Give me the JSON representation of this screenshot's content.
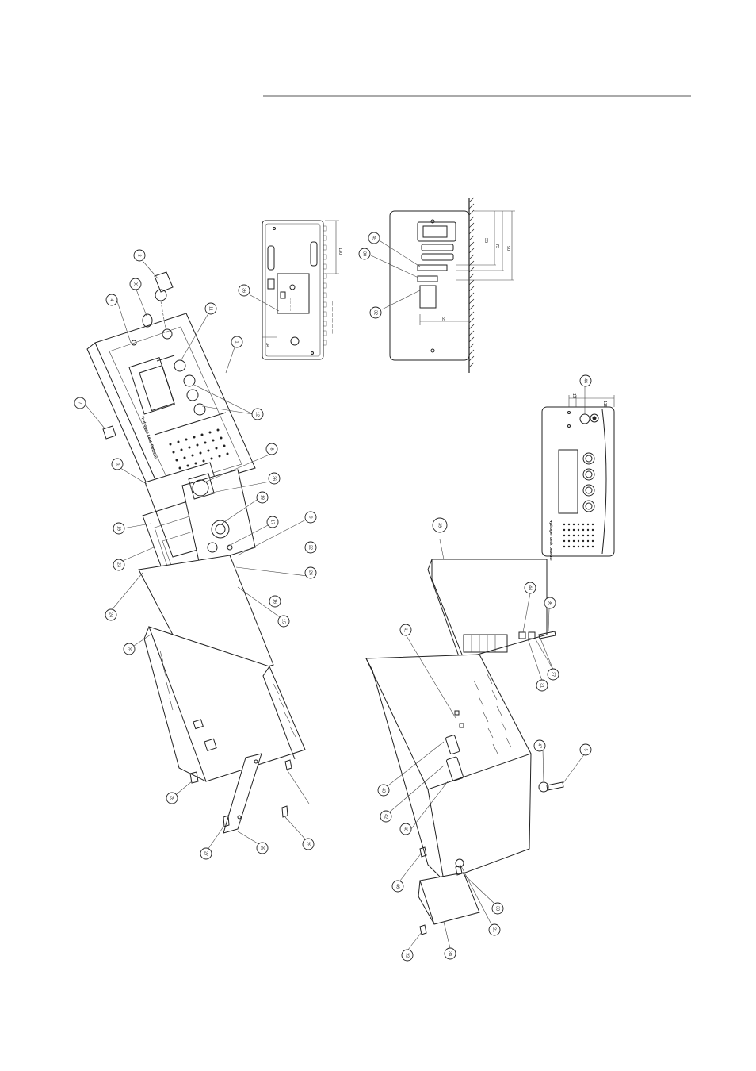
{
  "document": {
    "header_rule_color": "#555555"
  },
  "product": {
    "brand_label": "Hydrogen Leak Detector"
  },
  "rear_view": {
    "dimensions": {
      "height": "130",
      "offset": "34"
    },
    "callouts": {
      "connector_plate": "36"
    }
  },
  "wall_mount_view": {
    "dimensions": {
      "d1": "35",
      "d2": "75",
      "d3": "90",
      "width": "55"
    },
    "callouts": {
      "label_upper": "45",
      "label_mid": "38",
      "label_lower": "32"
    }
  },
  "side_view": {
    "dimensions": {
      "depth": "115",
      "small": "13"
    },
    "callouts": {
      "gland": "46"
    }
  },
  "front_assembly": {
    "callouts": [
      {
        "id": "c1",
        "label": "2"
      },
      {
        "id": "c2",
        "label": "36"
      },
      {
        "id": "c3",
        "label": "4"
      },
      {
        "id": "c4",
        "label": "11"
      },
      {
        "id": "c5",
        "label": "1"
      },
      {
        "id": "c6",
        "label": "7"
      },
      {
        "id": "c7",
        "label": "12"
      },
      {
        "id": "c8",
        "label": "3"
      },
      {
        "id": "c9",
        "label": "8"
      },
      {
        "id": "c10",
        "label": "36"
      },
      {
        "id": "c11",
        "label": "18"
      },
      {
        "id": "c12",
        "label": "17"
      },
      {
        "id": "c13",
        "label": "9"
      },
      {
        "id": "c14",
        "label": "19"
      },
      {
        "id": "c15",
        "label": "23"
      },
      {
        "id": "c16",
        "label": "22"
      },
      {
        "id": "c17",
        "label": "26"
      },
      {
        "id": "c18",
        "label": "16"
      },
      {
        "id": "c19",
        "label": "15"
      },
      {
        "id": "c20",
        "label": "24"
      },
      {
        "id": "c21",
        "label": "25"
      },
      {
        "id": "c22",
        "label": "28"
      },
      {
        "id": "c23",
        "label": "27"
      },
      {
        "id": "c24",
        "label": "35"
      },
      {
        "id": "c25",
        "label": "29"
      }
    ]
  },
  "rear_assembly": {
    "callouts": [
      {
        "id": "r1",
        "label": "39"
      },
      {
        "id": "r2",
        "label": "44"
      },
      {
        "id": "r3",
        "label": "36"
      },
      {
        "id": "r4",
        "label": "41"
      },
      {
        "id": "r5",
        "label": "31"
      },
      {
        "id": "r6",
        "label": "37"
      },
      {
        "id": "r7",
        "label": "43"
      },
      {
        "id": "r8",
        "label": "42"
      },
      {
        "id": "r9",
        "label": "5"
      },
      {
        "id": "r10",
        "label": "40"
      },
      {
        "id": "r11",
        "label": "47"
      },
      {
        "id": "r12",
        "label": "46"
      },
      {
        "id": "r13",
        "label": "33"
      },
      {
        "id": "r14",
        "label": "21"
      },
      {
        "id": "r15",
        "label": "32"
      },
      {
        "id": "r16",
        "label": "34"
      }
    ]
  }
}
